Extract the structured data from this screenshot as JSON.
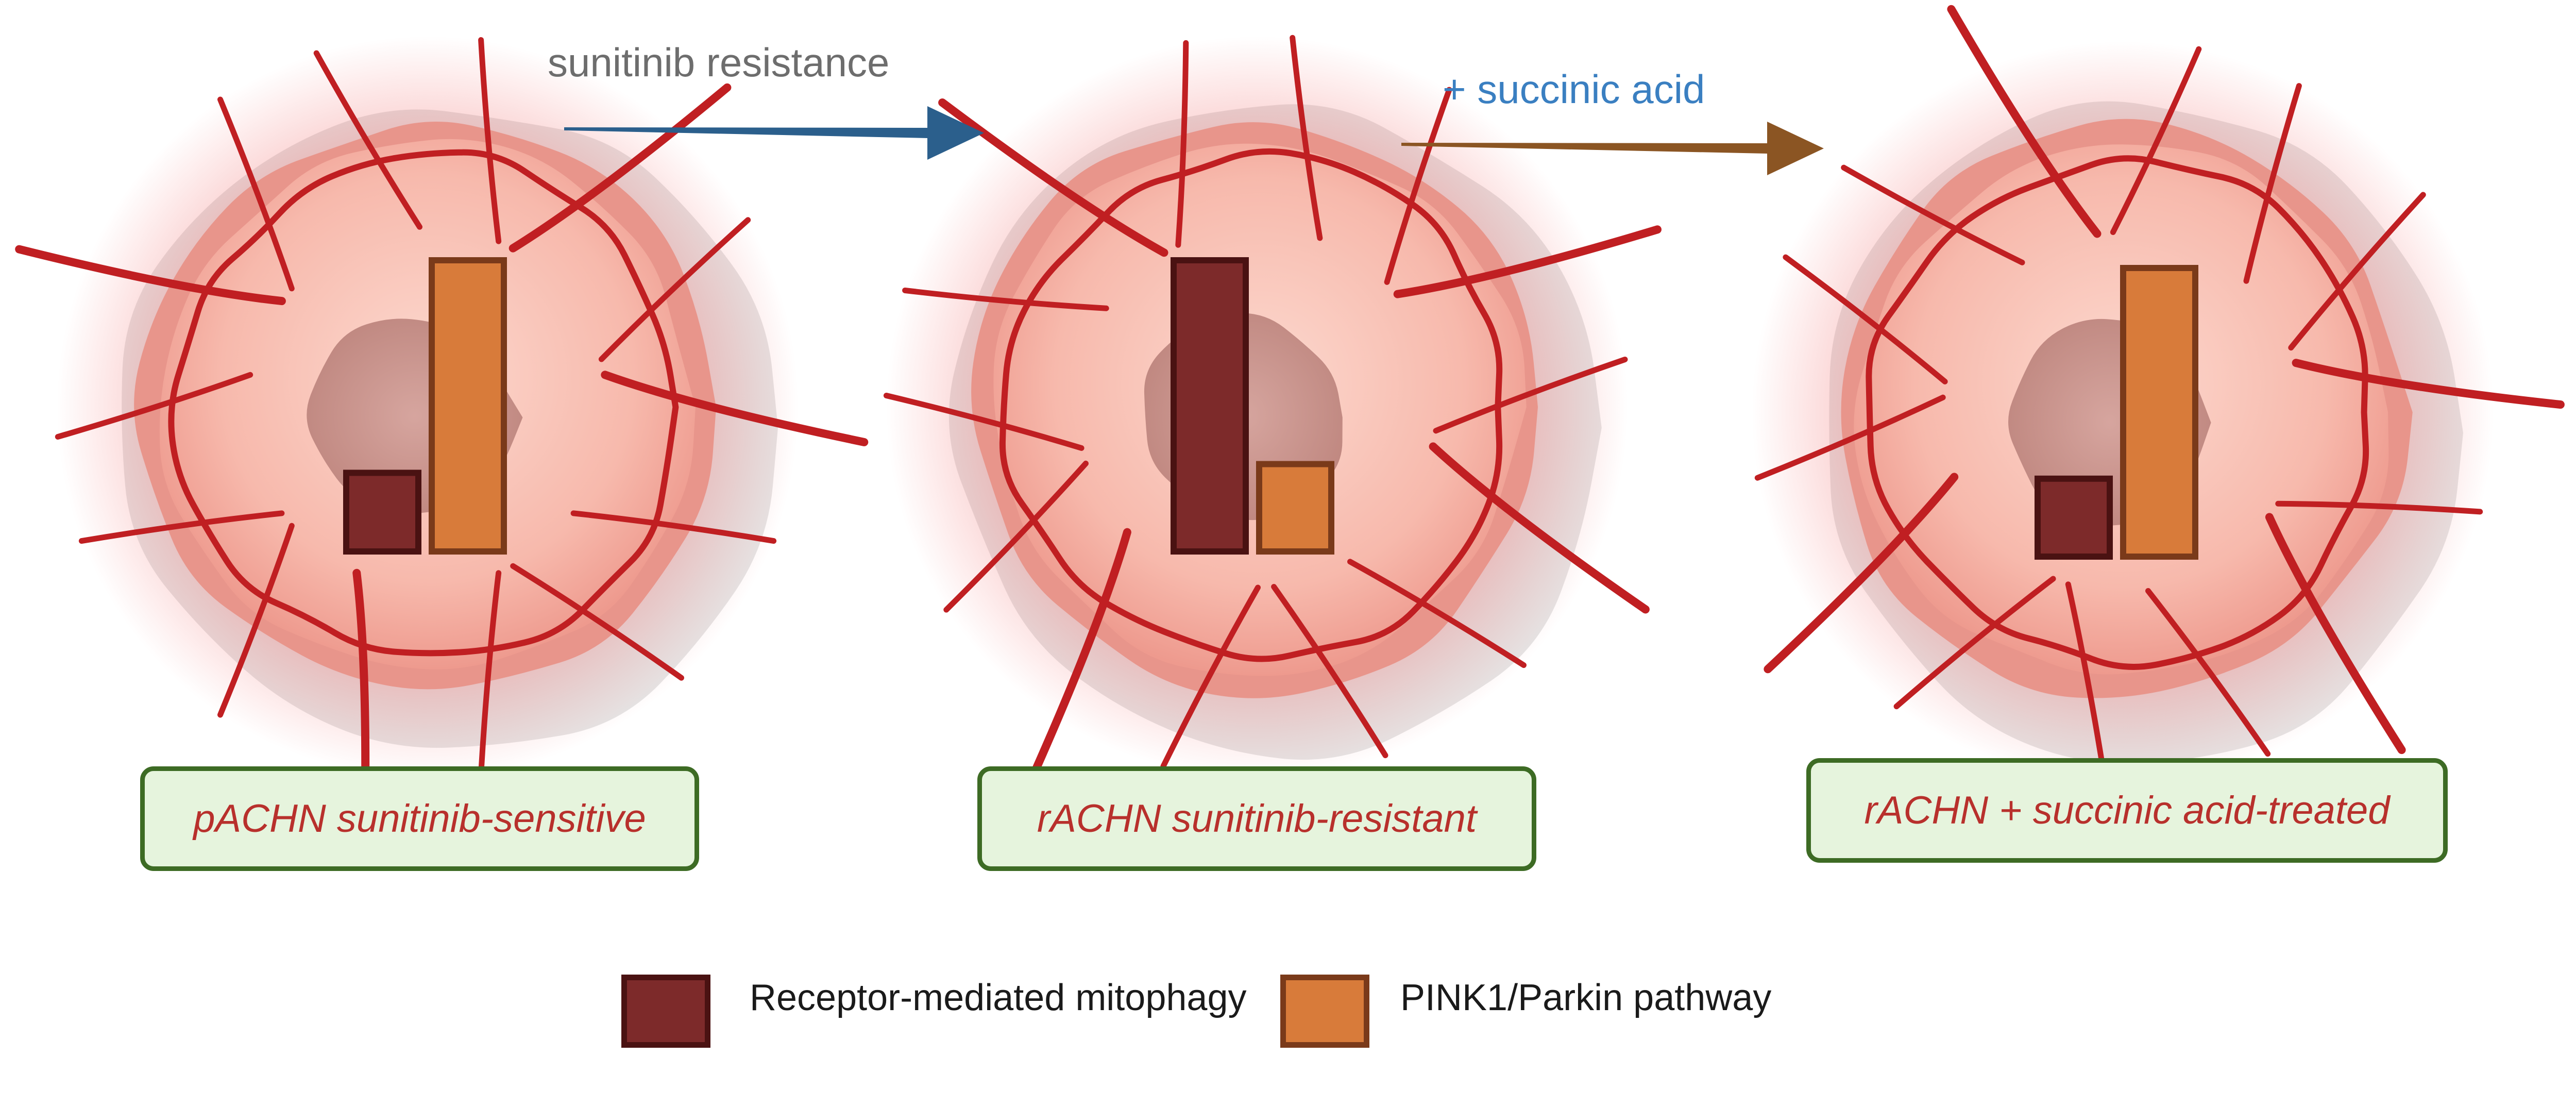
{
  "arrows": [
    {
      "label": "sunitinib resistance",
      "color": "#2b5f8c",
      "label_color": "#6d6d6d"
    },
    {
      "label": "+ succinic acid",
      "color": "#8b5523",
      "label_color": "#3a7fc1"
    }
  ],
  "panels": [
    {
      "label": "pACHN sunitinib-sensitive",
      "bars": {
        "receptor_mediated": 0.27,
        "pink1_parkin": 1.0
      }
    },
    {
      "label": "rACHN sunitinib-resistant",
      "bars": {
        "receptor_mediated": 1.0,
        "pink1_parkin": 0.3
      }
    },
    {
      "label": "rACHN + succinic acid-treated",
      "bars": {
        "receptor_mediated": 0.27,
        "pink1_parkin": 1.0
      }
    }
  ],
  "legend": [
    {
      "label": "Receptor-mediated mitophagy",
      "fill": "#7d2a2a",
      "stroke": "#4a1212"
    },
    {
      "label": "PINK1/Parkin pathway",
      "fill": "#d87b3a",
      "stroke": "#7a3a1a"
    }
  ],
  "colors": {
    "cell_fill": "#f8c2b7",
    "cell_rim": "#e8958b",
    "nucleus": "#c9908a",
    "vessel": "#c01f22",
    "label_box_fill": "#e6f4dd",
    "label_box_border": "#3d6b24",
    "label_text": "#b8302c"
  }
}
